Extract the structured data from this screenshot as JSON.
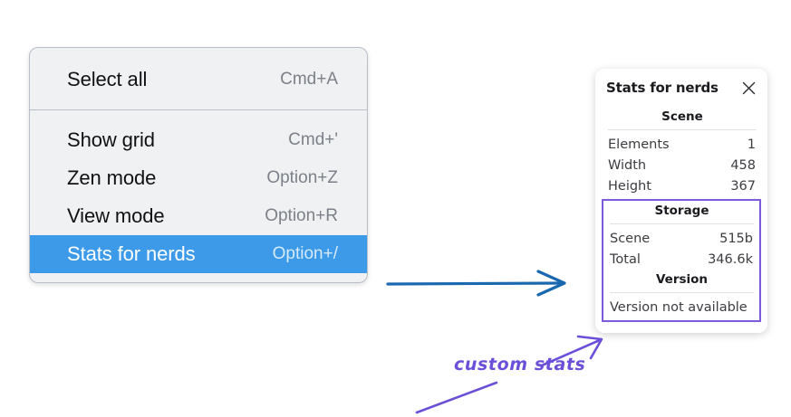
{
  "context_menu": {
    "groups": [
      {
        "items": [
          {
            "label": "Select all",
            "shortcut": "Cmd+A",
            "selected": false
          }
        ]
      },
      {
        "items": [
          {
            "label": "Show grid",
            "shortcut": "Cmd+'",
            "selected": false
          },
          {
            "label": "Zen mode",
            "shortcut": "Option+Z",
            "selected": false
          },
          {
            "label": "View mode",
            "shortcut": "Option+R",
            "selected": false
          },
          {
            "label": "Stats for nerds",
            "shortcut": "Option+/",
            "selected": true
          }
        ]
      }
    ]
  },
  "stats_panel": {
    "title": "Stats for nerds",
    "close_icon": "close-icon",
    "scene": {
      "heading": "Scene",
      "rows": [
        {
          "key": "Elements",
          "value": "1"
        },
        {
          "key": "Width",
          "value": "458"
        },
        {
          "key": "Height",
          "value": "367"
        }
      ]
    },
    "storage": {
      "heading": "Storage",
      "rows": [
        {
          "key": "Scene",
          "value": "515b"
        },
        {
          "key": "Total",
          "value": "346.6k"
        }
      ]
    },
    "version": {
      "heading": "Version",
      "text": "Version not available"
    }
  },
  "annotations": {
    "custom_stats_label": "custom stats",
    "arrow_blue_color": "#1a68b0",
    "arrow_purple_color": "#6b4fd8",
    "highlight_box_color": "#7e5bdb"
  },
  "colors": {
    "menu_background": "#f0f1f3",
    "menu_border": "#b9bfc9",
    "selected_row": "#3c9ae9",
    "panel_background": "#ffffff",
    "text_primary": "#111214",
    "text_muted": "#7c8088"
  }
}
